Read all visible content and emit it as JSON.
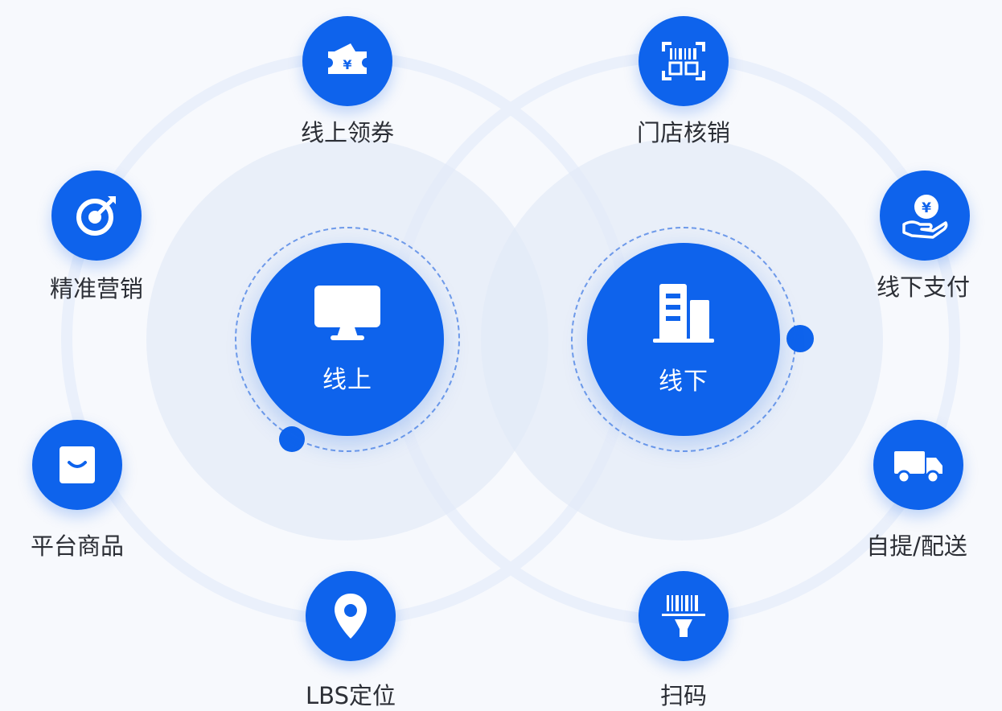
{
  "colors": {
    "accent": "#0e63ec",
    "ring": "#eaf0fb",
    "text": "#2c2f36",
    "background": "#f7f9fd"
  },
  "left": {
    "core": {
      "label": "线上",
      "icon": "monitor-icon"
    },
    "nodes": [
      {
        "label": "线上领券",
        "icon": "coupon-icon"
      },
      {
        "label": "精准营销",
        "icon": "target-icon"
      },
      {
        "label": "平台商品",
        "icon": "shopping-bag-icon"
      },
      {
        "label": "LBS定位",
        "icon": "location-pin-icon"
      }
    ]
  },
  "right": {
    "core": {
      "label": "线下",
      "icon": "building-icon"
    },
    "nodes": [
      {
        "label": "门店核销",
        "icon": "barcode-scan-icon"
      },
      {
        "label": "线下支付",
        "icon": "payment-hand-icon"
      },
      {
        "label": "自提/配送",
        "icon": "delivery-truck-icon"
      },
      {
        "label": "扫码",
        "icon": "barcode-scanner-icon"
      }
    ]
  }
}
